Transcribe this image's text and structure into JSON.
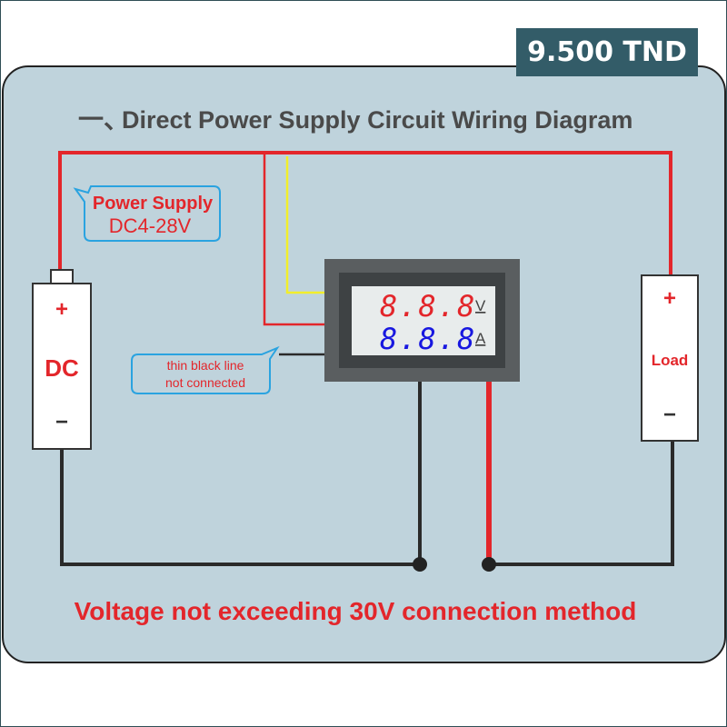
{
  "price_tag": "9.500 TND",
  "diagram": {
    "title_prefix": "一、",
    "title": "Direct Power Supply Circuit Wiring Diagram",
    "power_bubble": {
      "line1": "Power Supply",
      "line2": "DC4-28V"
    },
    "battery": {
      "plus": "+",
      "label": "DC",
      "minus": "−"
    },
    "load": {
      "plus": "+",
      "label": "Load",
      "minus": "−"
    },
    "meter": {
      "voltage_digits": "8.8.8",
      "voltage_unit": "V",
      "current_digits": "8.8.8",
      "current_unit": "A"
    },
    "note_bubble": {
      "line1": "thin black line",
      "line2": "not connected"
    },
    "footer": "Voltage not exceeding 30V connection method"
  },
  "colors": {
    "panel": "#bfd3dc",
    "wire_red": "#e3262b",
    "wire_yellow": "#f2ee2a",
    "wire_black": "#2a2a2a",
    "price_bg": "#335c68"
  }
}
